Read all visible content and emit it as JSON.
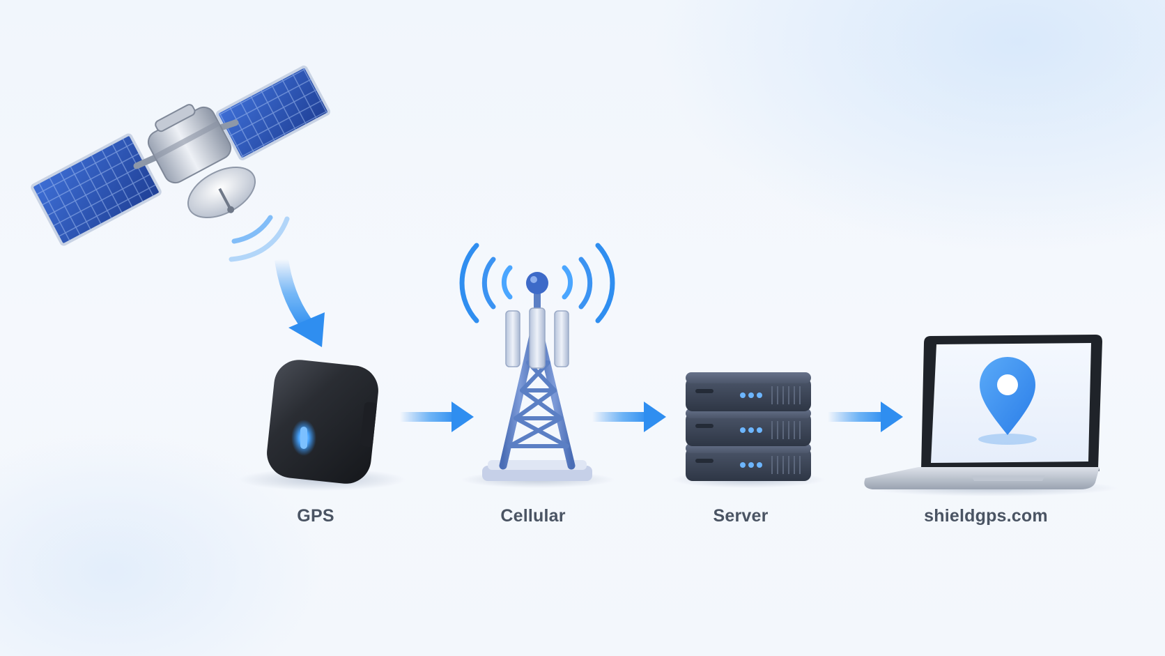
{
  "diagram": {
    "nodes": [
      {
        "id": "gps",
        "label": "GPS",
        "icon": "gps-tracker-icon"
      },
      {
        "id": "cellular",
        "label": "Cellular",
        "icon": "cell-tower-icon"
      },
      {
        "id": "server",
        "label": "Server",
        "icon": "server-rack-icon"
      },
      {
        "id": "web",
        "label": "shieldgps.com",
        "icon": "laptop-map-pin-icon"
      }
    ],
    "source": {
      "icon": "satellite-icon"
    },
    "edges": [
      {
        "from": "satellite",
        "to": "gps"
      },
      {
        "from": "gps",
        "to": "cellular"
      },
      {
        "from": "cellular",
        "to": "server"
      },
      {
        "from": "server",
        "to": "web"
      }
    ],
    "colors": {
      "accent": "#2f8ef0",
      "panel": "#2d55b8",
      "device": "#26292f",
      "tower": "#5b7fc4",
      "server": "#3b4556",
      "label": "#4a5463"
    }
  }
}
